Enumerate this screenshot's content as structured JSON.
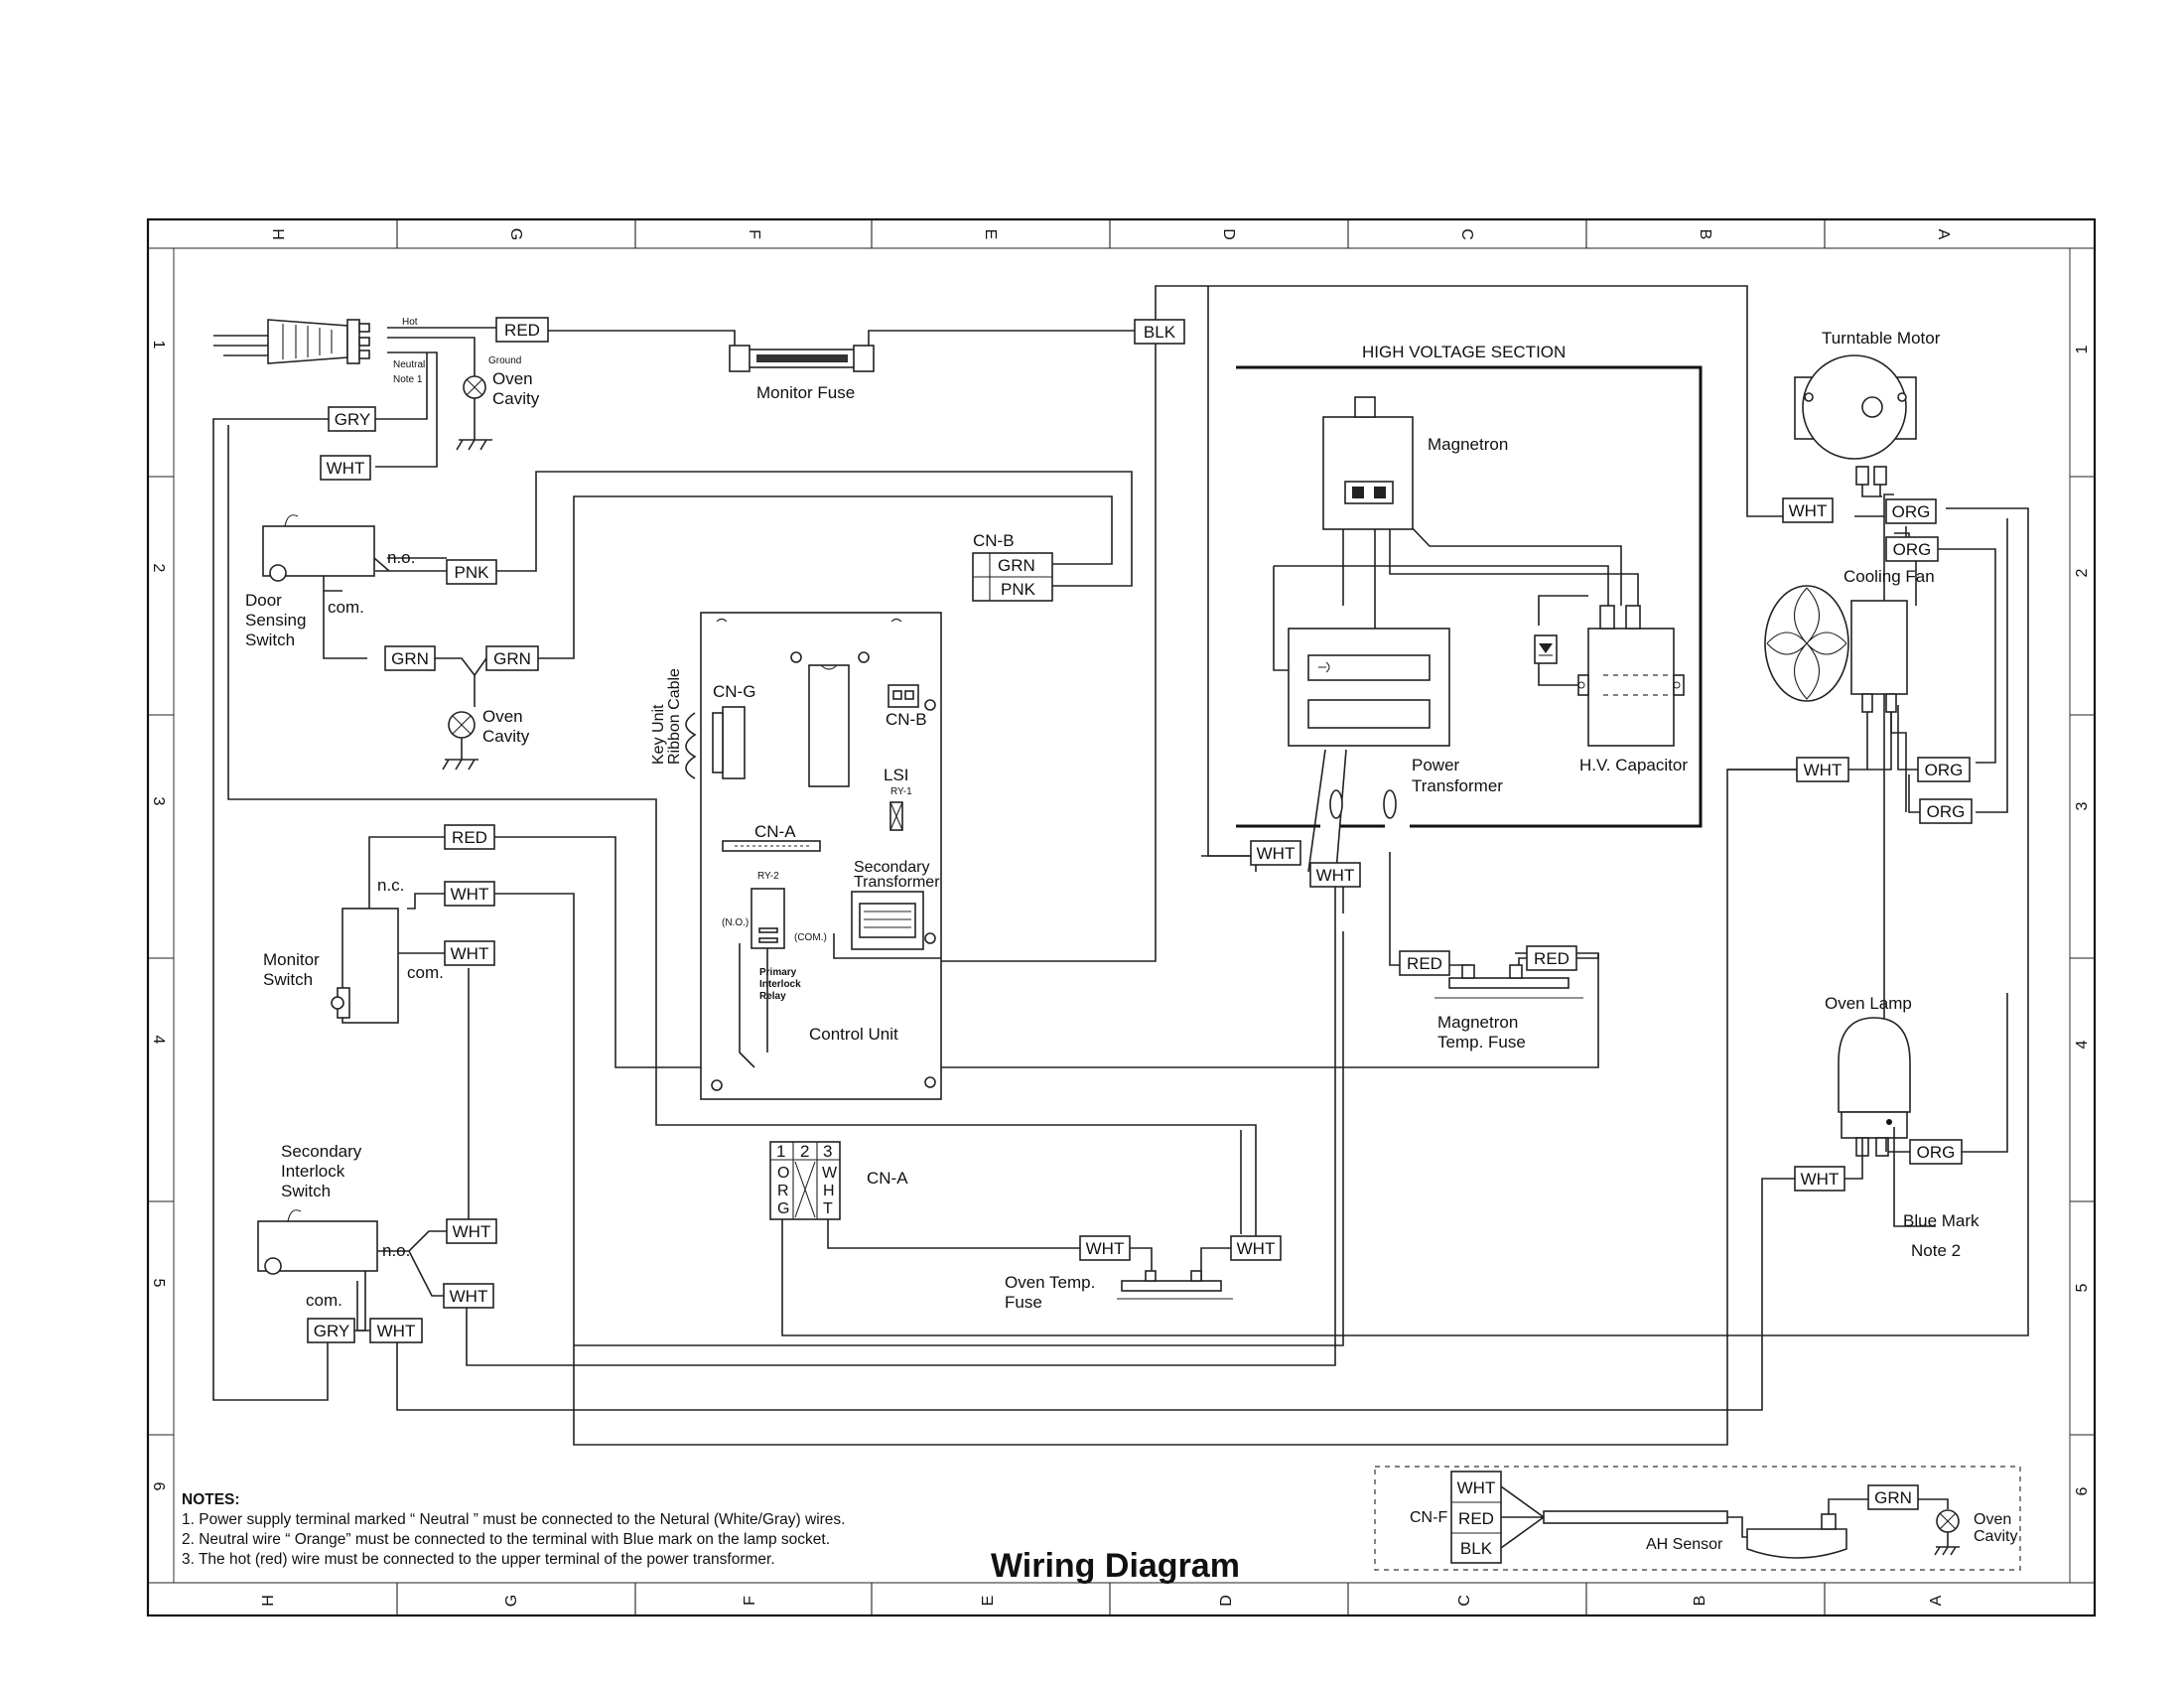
{
  "title": "Wiring Diagram",
  "grid_columns": [
    "H",
    "G",
    "F",
    "E",
    "D",
    "C",
    "B",
    "A"
  ],
  "grid_rows": [
    "1",
    "2",
    "3",
    "4",
    "5",
    "6"
  ],
  "sections": {
    "high_voltage": "HIGH VOLTAGE SECTION"
  },
  "components": {
    "plug_hot": "Hot",
    "plug_ground": "Ground",
    "plug_neutral": "Neutral",
    "plug_note": "Note 1",
    "oven_cavity_1": [
      "Oven",
      "Cavity"
    ],
    "oven_cavity_2": [
      "Oven",
      "Cavity"
    ],
    "monitor_fuse": "Monitor Fuse",
    "door_switch": [
      "Door",
      "Sensing",
      "Switch"
    ],
    "door_no": "n.o.",
    "door_com": "com.",
    "monitor_switch": [
      "Monitor",
      "Switch"
    ],
    "monitor_nc": "n.c.",
    "monitor_com": "com.",
    "secondary_switch": [
      "Secondary",
      "Interlock",
      "Switch"
    ],
    "secondary_no": "n.o.",
    "secondary_com": "com.",
    "key_unit_cable": [
      "Key Unit",
      "Ribbon Cable"
    ],
    "cn_g": "CN-G",
    "cn_b_board": "CN-B",
    "cn_b": "CN-B",
    "cn_a_board": "CN-A",
    "cn_a": "CN-A",
    "lsi": "LSI",
    "ry1": "RY-1",
    "ry2": "RY-2",
    "relay_no": "(N.O.)",
    "relay_com": "(COM.)",
    "primary_relay": [
      "Primary",
      "Interlock",
      "Relay"
    ],
    "secondary_transformer": [
      "Secondary",
      "Transformer"
    ],
    "control_unit": "Control Unit",
    "magnetron": "Magnetron",
    "power_transformer": [
      "Power",
      "Transformer"
    ],
    "hv_capacitor": "H.V. Capacitor",
    "magnetron_temp_fuse": [
      "Magnetron",
      "Temp. Fuse"
    ],
    "turntable_motor": "Turntable Motor",
    "cooling_fan": "Cooling Fan",
    "oven_lamp": "Oven Lamp",
    "blue_mark": "Blue Mark",
    "note_2": "Note 2",
    "oven_temp_fuse": [
      "Oven Temp.",
      "Fuse"
    ],
    "cn_a_pins": [
      "1",
      "2",
      "3"
    ],
    "cn_a_pin1": [
      "O",
      "R",
      "G"
    ],
    "cn_a_pin3": [
      "W",
      "H",
      "T"
    ],
    "cn_f": "CN-F",
    "ah_sensor": "AH Sensor",
    "oven_cavity_3": [
      "Oven",
      "Cavity"
    ]
  },
  "wire_labels": {
    "red_top": "RED",
    "blk_top": "BLK",
    "gry_1": "GRY",
    "wht_1": "WHT",
    "pnk": "PNK",
    "grn_1": "GRN",
    "grn_2": "GRN",
    "cnb_grn": "GRN",
    "cnb_pnk": "PNK",
    "red_mon": "RED",
    "wht_mon1": "WHT",
    "wht_mon2": "WHT",
    "wht_sec1": "WHT",
    "wht_sec2": "WHT",
    "gry_sec": "GRY",
    "wht_sec3": "WHT",
    "wht_hv1": "WHT",
    "wht_hv2": "WHT",
    "red_mtf1": "RED",
    "red_mtf2": "RED",
    "wht_tt": "WHT",
    "org_tt1": "ORG",
    "org_tt2": "ORG",
    "wht_fan": "WHT",
    "org_fan1": "ORG",
    "org_fan2": "ORG",
    "wht_lamp": "WHT",
    "org_lamp": "ORG",
    "wht_otf1": "WHT",
    "wht_otf2": "WHT",
    "cnf_wht": "WHT",
    "cnf_red": "RED",
    "cnf_blk": "BLK",
    "grn_ah": "GRN"
  },
  "notes": {
    "heading": "NOTES:",
    "items": [
      "1. Power supply terminal marked “ Neutral ” must be connected to the Netural (White/Gray) wires.",
      "2. Neutral wire   “ Orange” must be connected to the terminal with Blue mark on the lamp socket.",
      "3. The hot (red) wire must be connected to the upper terminal of the power transformer."
    ]
  }
}
